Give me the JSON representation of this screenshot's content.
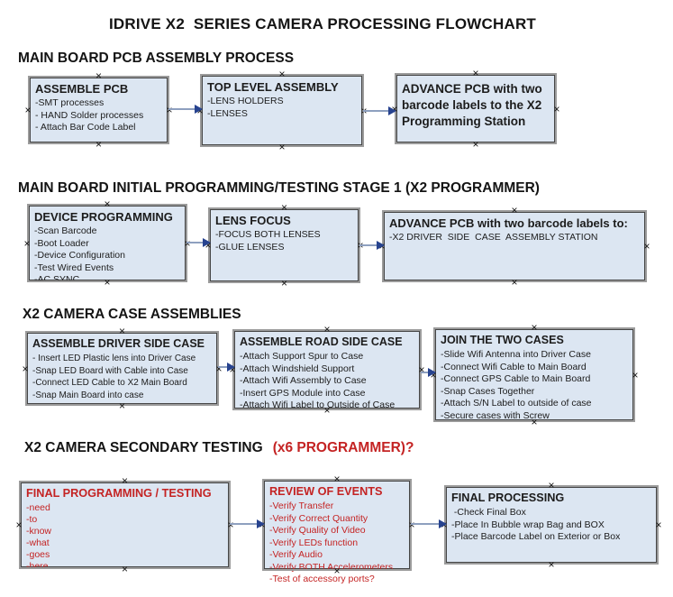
{
  "title": "IDRIVE X2  SERIES CAMERA PROCESSING FLOWCHART",
  "colors": {
    "box_fill": "#dce6f2",
    "box_border": "#454545",
    "selection_outline": "#9b9b9b",
    "arrow_line": "#8ea0bf",
    "arrow_head": "#27438f",
    "red_text": "#c42323",
    "text": "#1c1c1c"
  },
  "sections": [
    {
      "heading": "MAIN BOARD PCB ASSEMBLY PROCESS",
      "boxes": [
        {
          "title": "ASSEMBLE PCB",
          "lines": [
            "-SMT processes",
            "- HAND Solder processes",
            "- Attach Bar Code Label"
          ]
        },
        {
          "title": "TOP LEVEL ASSEMBLY",
          "lines": [
            "-LENS HOLDERS",
            "-LENSES"
          ]
        },
        {
          "title": "ADVANCE PCB with two barcode labels to the X2 Programming Station",
          "lines": []
        }
      ]
    },
    {
      "heading": "MAIN BOARD INITIAL PROGRAMMING/TESTING STAGE 1 (X2 PROGRAMMER)",
      "boxes": [
        {
          "title": "DEVICE PROGRAMMING",
          "lines": [
            "-Scan Barcode",
            "-Boot Loader",
            "-Device Configuration",
            "-Test Wired Events",
            "-AC SYNC"
          ]
        },
        {
          "title": "LENS FOCUS",
          "lines": [
            "-FOCUS BOTH LENSES",
            "-GLUE LENSES"
          ]
        },
        {
          "title": "ADVANCE PCB with two barcode labels to:",
          "lines": [
            "-X2 DRIVER  SIDE  CASE  ASSEMBLY STATION"
          ]
        }
      ]
    },
    {
      "heading": "X2 CAMERA CASE ASSEMBLIES",
      "boxes": [
        {
          "title": "ASSEMBLE DRIVER SIDE CASE",
          "lines": [
            "- Insert LED Plastic lens into Driver Case",
            "-Snap LED Board with Cable into Case",
            "-Connect LED Cable to X2 Main Board",
            "-Snap Main Board into case"
          ]
        },
        {
          "title": "ASSEMBLE ROAD SIDE CASE",
          "lines": [
            "-Attach Support Spur to Case",
            "-Attach Windshield Support",
            "-Attach Wifi Assembly to Case",
            "-Insert GPS Module into Case",
            "-Attach Wifi Label to Outside of Case"
          ]
        },
        {
          "title": "JOIN THE TWO CASES",
          "lines": [
            "-Slide Wifi Antenna into Driver Case",
            "-Connect Wifi Cable to Main Board",
            "-Connect GPS Cable to Main Board",
            "-Snap Cases Together",
            "-Attach S/N Label to outside of case",
            "-Secure cases with Screw"
          ]
        }
      ]
    },
    {
      "heading": "X2 CAMERA SECONDARY TESTING",
      "heading_suffix": "(x6 PROGRAMMER)?",
      "boxes": [
        {
          "title": "FINAL PROGRAMMING / TESTING",
          "text_color": "red",
          "lines": [
            "-need",
            "-to",
            "-know",
            "-what",
            "-goes",
            "-here"
          ]
        },
        {
          "title": "REVIEW OF EVENTS",
          "text_color": "red",
          "lines": [
            "-Verify Transfer",
            "-Verify Correct Quantity",
            "-Verify Quality of Video",
            "-Verify LEDs function",
            "-Verify Audio",
            "-Verify BOTH Accelerometers",
            "-Test of accessory ports?"
          ]
        },
        {
          "title": "FINAL PROCESSING",
          "lines": [
            " -Check Final Box",
            "-Place In Bubble wrap Bag and BOX",
            "-Place Barcode Label on Exterior or Box"
          ]
        }
      ]
    }
  ]
}
